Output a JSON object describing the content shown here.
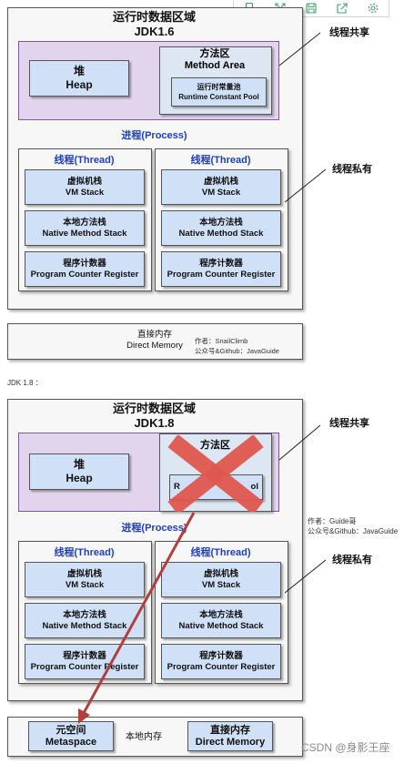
{
  "toolbar": {
    "icons": [
      "mobile-icon",
      "expand-icon",
      "save-icon",
      "share-icon",
      "settings-icon"
    ]
  },
  "jdk16": {
    "title": "运行时数据区域",
    "version": "JDK1.6",
    "heap": {
      "cn": "堆",
      "en": "Heap"
    },
    "method_area": {
      "cn": "方法区",
      "en": "Method Area"
    },
    "constant_pool": {
      "cn": "运行时常量池",
      "en": "Runtime Constant Pool"
    },
    "process": "进程(Process)",
    "threads": [
      {
        "title": "线程(Thread)",
        "vm_cn": "虚拟机栈",
        "vm_en": "VM Stack",
        "native_cn": "本地方法栈",
        "native_en": "Native Method Stack",
        "pc_cn": "程序计数器",
        "pc_en": "Program Counter Register"
      },
      {
        "title": "线程(Thread)",
        "vm_cn": "虚拟机栈",
        "vm_en": "VM Stack",
        "native_cn": "本地方法栈",
        "native_en": "Native Method Stack",
        "pc_cn": "程序计数器",
        "pc_en": "Program Counter Register"
      }
    ],
    "direct_memory": {
      "cn": "直接内存",
      "en": "Direct Memory"
    },
    "author_line1": "作者：SnailClimb",
    "author_line2": "公众号&Github：JavaGuide",
    "shared_label": "线程共享",
    "private_label": "线程私有"
  },
  "section_label": "JDK 1.8 ：",
  "jdk18": {
    "title": "运行时数据区域",
    "version": "JDK1.8",
    "heap": {
      "cn": "堆",
      "en": "Heap"
    },
    "method_area_fragment": "方法区",
    "constant_pool_fragment_left": "R",
    "constant_pool_fragment_right": "ol",
    "process": "进程(Process)",
    "threads": [
      {
        "title": "线程(Thread)",
        "vm_cn": "虚拟机栈",
        "vm_en": "VM Stack",
        "native_cn": "本地方法栈",
        "native_en": "Native Method Stack",
        "pc_cn": "程序计数器",
        "pc_en": "Program Counter Register"
      },
      {
        "title": "线程(Thread)",
        "vm_cn": "虚拟机栈",
        "vm_en": "VM Stack",
        "native_cn": "本地方法栈",
        "native_en": "Native Method Stack",
        "pc_cn": "程序计数器",
        "pc_en": "Program Counter Register"
      }
    ],
    "metaspace": {
      "cn": "元空间",
      "en": "Metaspace"
    },
    "native_memory": "本地内存",
    "direct_memory": {
      "cn": "直接内存",
      "en": "Direct Memory"
    },
    "author_line1": "作者：Guide哥",
    "author_line2": "公众号&Github：JavaGuide",
    "shared_label": "线程共享",
    "private_label": "线程私有"
  },
  "watermark": "CSDN @身影王座",
  "colors": {
    "cross": "#e0584f",
    "arrow": "#b04040",
    "shared_bg": "#e2d4ec",
    "box_bg": "#cfe0f7",
    "accent_blue": "#1f3fbf"
  }
}
